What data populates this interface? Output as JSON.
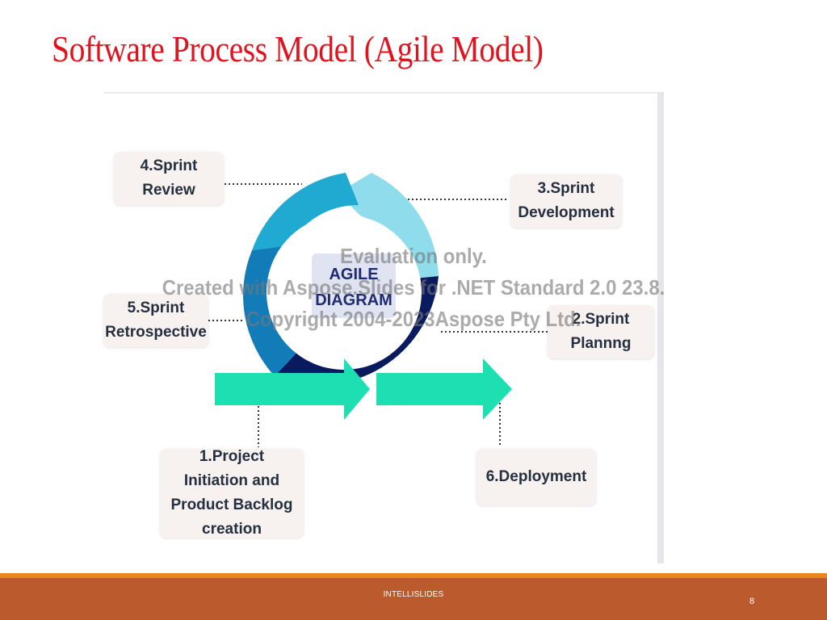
{
  "slide": {
    "title": "Software Process Model (Agile Model)",
    "footer_text": "INTELLISLIDES",
    "page_number": "8"
  },
  "diagram": {
    "center_label": "AGILE\nDIAGRAM",
    "steps": [
      {
        "key": "step1",
        "label": "1.Project\nInitiation and\nProduct Backlog\ncreation"
      },
      {
        "key": "step2",
        "label": "2.Sprint\nPlannng"
      },
      {
        "key": "step3",
        "label": "3.Sprint\nDevelopment"
      },
      {
        "key": "step4",
        "label": "4.Sprint\nReview"
      },
      {
        "key": "step5",
        "label": "5.Sprint\nRetrospective"
      },
      {
        "key": "step6",
        "label": "6.Deployment"
      }
    ],
    "colors": {
      "ring_light": "#8fdcec",
      "ring_mid": "#20aad2",
      "ring_blue": "#127cb8",
      "ring_dark": "#0a1a5e",
      "arrow_green": "#1edfb2",
      "box_bg": "#f7f1ef"
    }
  },
  "watermark": "Evaluation only.\nCreated with Aspose.Slides for .NET Standard 2.0 23.8.\nCopyright 2004-2023Aspose Pty Ltd.",
  "theme": {
    "title_color": "#e0141e",
    "footer_bar": "#bb5a2c",
    "footer_accent": "#e8891c"
  }
}
